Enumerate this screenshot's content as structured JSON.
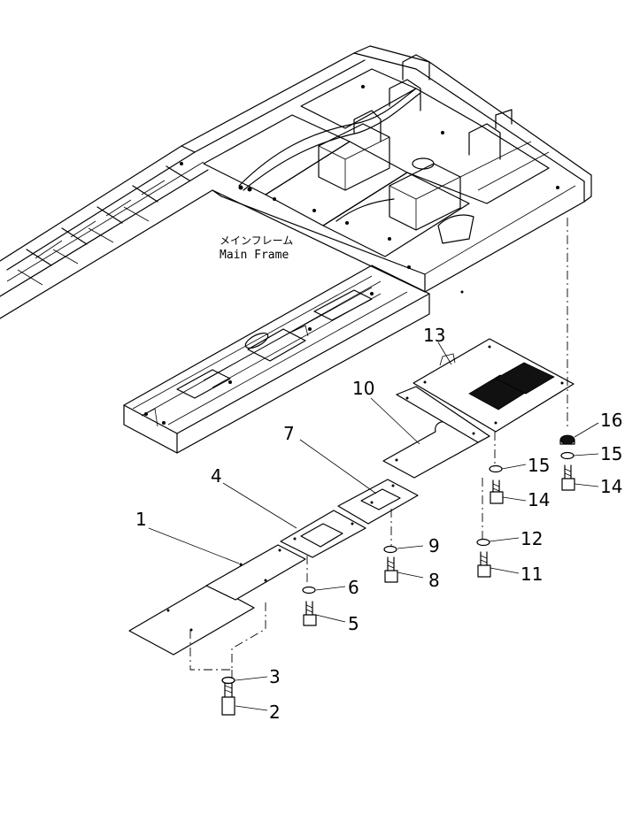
{
  "frame_label": {
    "japanese": "メインフレーム",
    "english": "Main Frame"
  },
  "callouts": {
    "c1": "1",
    "c2": "2",
    "c3": "3",
    "c4": "4",
    "c5": "5",
    "c6": "6",
    "c7": "7",
    "c8": "8",
    "c9": "9",
    "c10": "10",
    "c11": "11",
    "c12": "12",
    "c13": "13",
    "c14a": "14",
    "c14b": "14",
    "c15a": "15",
    "c15b": "15",
    "c16": "16"
  }
}
